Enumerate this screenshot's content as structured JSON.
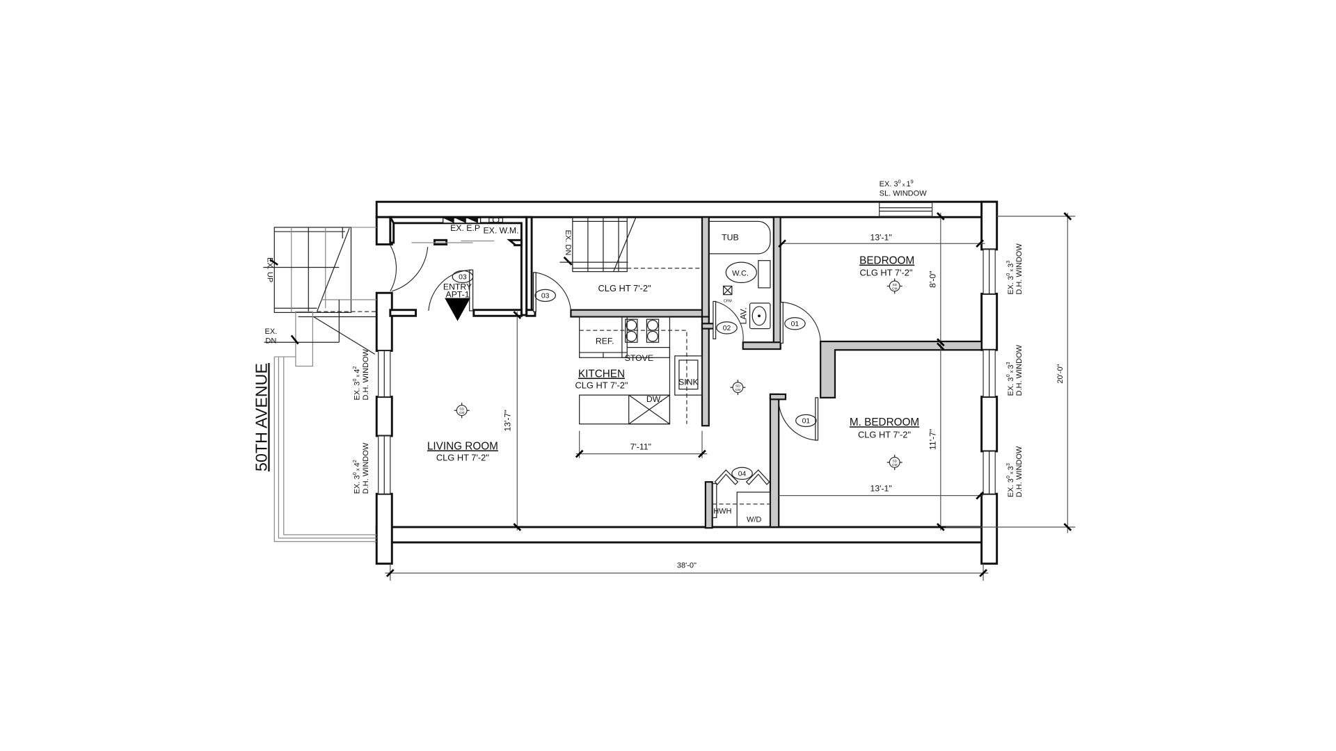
{
  "drawing": {
    "type": "floor plan",
    "street": "50TH AVENUE",
    "overall_dimensions": {
      "length": "38'-0\"",
      "width": "20'-0\""
    }
  },
  "rooms": [
    {
      "id": "living",
      "name": "LIVING ROOM",
      "ceiling": "CLG HT 7'-2\"",
      "dimension": "13'-7\"",
      "detector": {
        "top": "SD",
        "bottom": "CM"
      }
    },
    {
      "id": "kitchen",
      "name": "KITCHEN",
      "ceiling": "CLG HT 7'-2\"",
      "dimension": "7'-11\""
    },
    {
      "id": "stair_hall",
      "name": "",
      "ceiling": "CLG HT 7'-2\""
    },
    {
      "id": "bedroom",
      "name": "BEDROOM",
      "ceiling": "CLG HT 7'-2\"",
      "width": "13'-1\"",
      "depth": "8'-0\"",
      "detector": {
        "top": "SD",
        "bottom": "CM"
      }
    },
    {
      "id": "master",
      "name": "M. BEDROOM",
      "ceiling": "CLG HT 7'-2\"",
      "width": "13'-1\"",
      "depth": "11'-7\"",
      "detector": {
        "top": "SD",
        "bottom": "CM"
      }
    },
    {
      "id": "hall",
      "detector": {
        "top": "SD",
        "bottom": "CM"
      }
    }
  ],
  "entry": {
    "line1": "ENTRY",
    "line2": "APT-1"
  },
  "fixtures": {
    "ep": "EX. E.P",
    "wm": "EX. W.M.",
    "ref": "REF.",
    "stove": "STOVE",
    "sink": "SINK",
    "dw": "DW.",
    "tub": "TUB",
    "wc": "W.C.",
    "lav": "LAV.",
    "cfm": "CFM",
    "hwh": "HWH",
    "wd": "W/D"
  },
  "stairs": [
    {
      "id": "ex_up",
      "label": "EX. UP"
    },
    {
      "id": "ex_dn_front",
      "line1": "EX.",
      "line2": "DN"
    },
    {
      "id": "ex_dn_int",
      "label": "EX. DN"
    }
  ],
  "doors": [
    {
      "id": "entry",
      "tag": "03"
    },
    {
      "id": "kitchen",
      "tag": "03"
    },
    {
      "id": "bath",
      "tag": "02"
    },
    {
      "id": "bedroom",
      "tag": "01"
    },
    {
      "id": "master",
      "tag": "01"
    },
    {
      "id": "closet",
      "tag": "04"
    }
  ],
  "windows": {
    "sl_top": {
      "line1": "EX. 3",
      "s1": "0",
      "x": " x ",
      "v2": "1",
      "s2": "9",
      "line2": "SL. WINDOW"
    },
    "living_1": {
      "line1": "EX. 3",
      "s1": "0",
      "x": " x ",
      "v2": "4",
      "s2": "2",
      "line2": "D.H. WINDOW"
    },
    "living_2": {
      "line1": "EX. 3",
      "s1": "0",
      "x": " x ",
      "v2": "4",
      "s2": "2",
      "line2": "D.H. WINDOW"
    },
    "east_1": {
      "line1": "EX. 3",
      "s1": "0",
      "x": " x ",
      "v2": "3",
      "s2": "3",
      "line2": "D.H. WINDOW"
    },
    "east_2": {
      "line1": "EX. 3",
      "s1": "0",
      "x": " x ",
      "v2": "3",
      "s2": "3",
      "line2": "D.H. WINDOW"
    },
    "east_3": {
      "line1": "EX. 3",
      "s1": "0",
      "x": " x ",
      "v2": "3",
      "s2": "3",
      "line2": "D.H. WINDOW"
    }
  }
}
